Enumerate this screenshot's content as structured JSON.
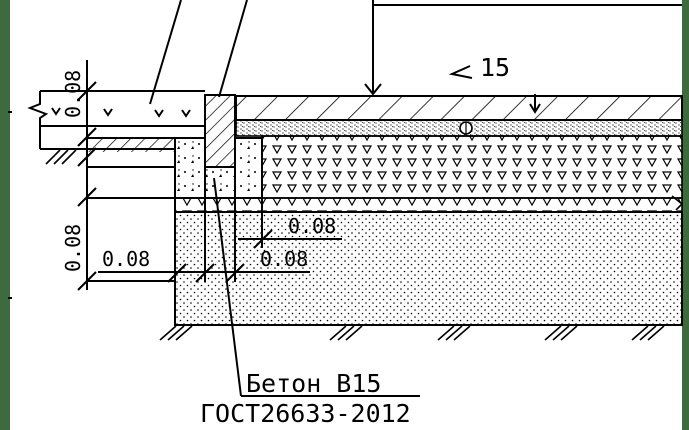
{
  "drawing": {
    "slope_label": "15",
    "dim_left_top": "0.08",
    "dim_left_bottom": "0.08",
    "dim_left_horizontal": "0.08",
    "dim_mid_upper": "0.08",
    "dim_mid_lower": "0.08",
    "material_title": "Бетон В15",
    "material_standard": "ГОСТ26633-2012"
  },
  "colors": {
    "frame_green": "#3d6b3d",
    "line": "#000000",
    "background": "#ffffff"
  }
}
